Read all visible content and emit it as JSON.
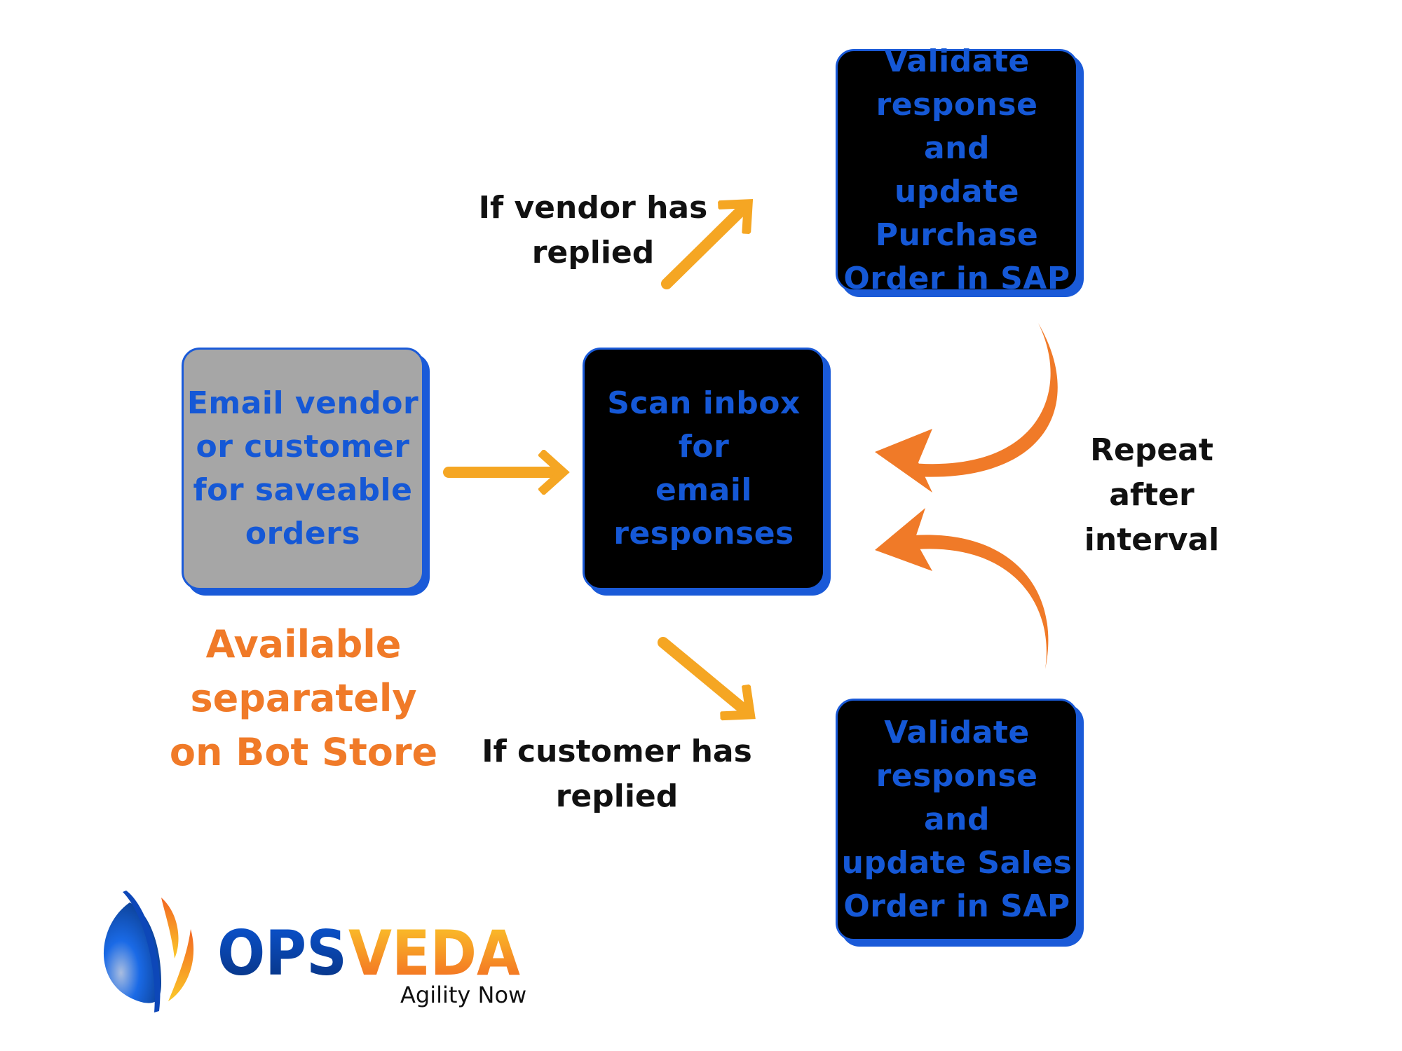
{
  "nodes": {
    "email": "Email vendor\nor customer\nfor saveable\norders",
    "scan": "Scan inbox\nfor\nemail\nresponses",
    "validate_po": "Validate\nresponse and\nupdate\nPurchase\nOrder in SAP",
    "validate_so": "Validate\nresponse and\nupdate Sales\nOrder in SAP"
  },
  "labels": {
    "vendor_replied": "If vendor has\nreplied",
    "customer_replied": "If customer has\nreplied",
    "repeat": "Repeat\nafter\ninterval",
    "available": "Available\nseparately\non Bot Store"
  },
  "logo": {
    "brand": "OpsVeda",
    "tagline": "Agility Now"
  },
  "colors": {
    "box_text": "#1558d6",
    "arrow_straight": "#f5a623",
    "arrow_curved": "#f07a28",
    "orange_text": "#f07a28"
  }
}
